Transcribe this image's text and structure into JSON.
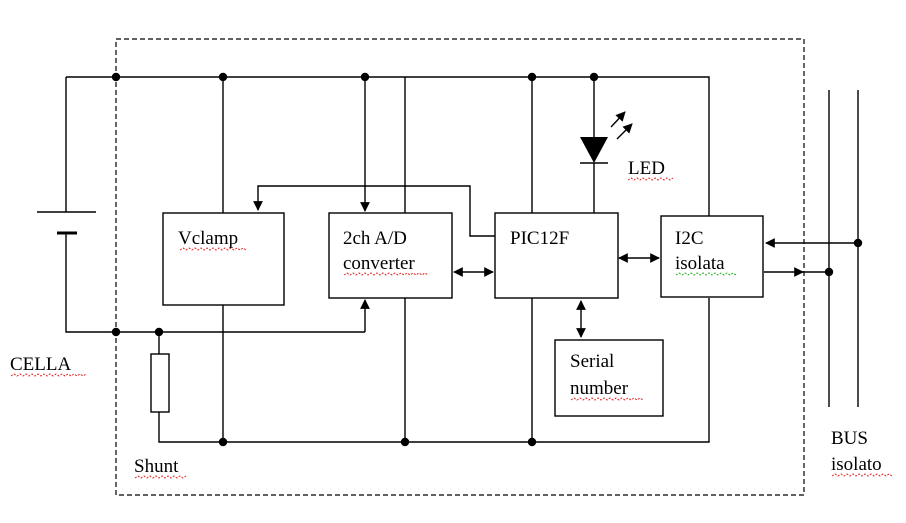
{
  "blocks": {
    "vclamp": "Vclamp",
    "adc_line1": "2ch A/D",
    "adc_line2": "converter",
    "pic": "PIC12F",
    "i2c_line1": "I2C",
    "i2c_line2": "isolata",
    "serial_line1": "Serial",
    "serial_line2": "number"
  },
  "labels": {
    "led": "LED",
    "cella": "CELLA",
    "shunt": "Shunt",
    "bus_line1": "BUS",
    "bus_line2": "isolato"
  },
  "colors": {
    "line": "#000000",
    "spellcheck_red": "#dd2222",
    "spellcheck_green": "#22aa22"
  }
}
